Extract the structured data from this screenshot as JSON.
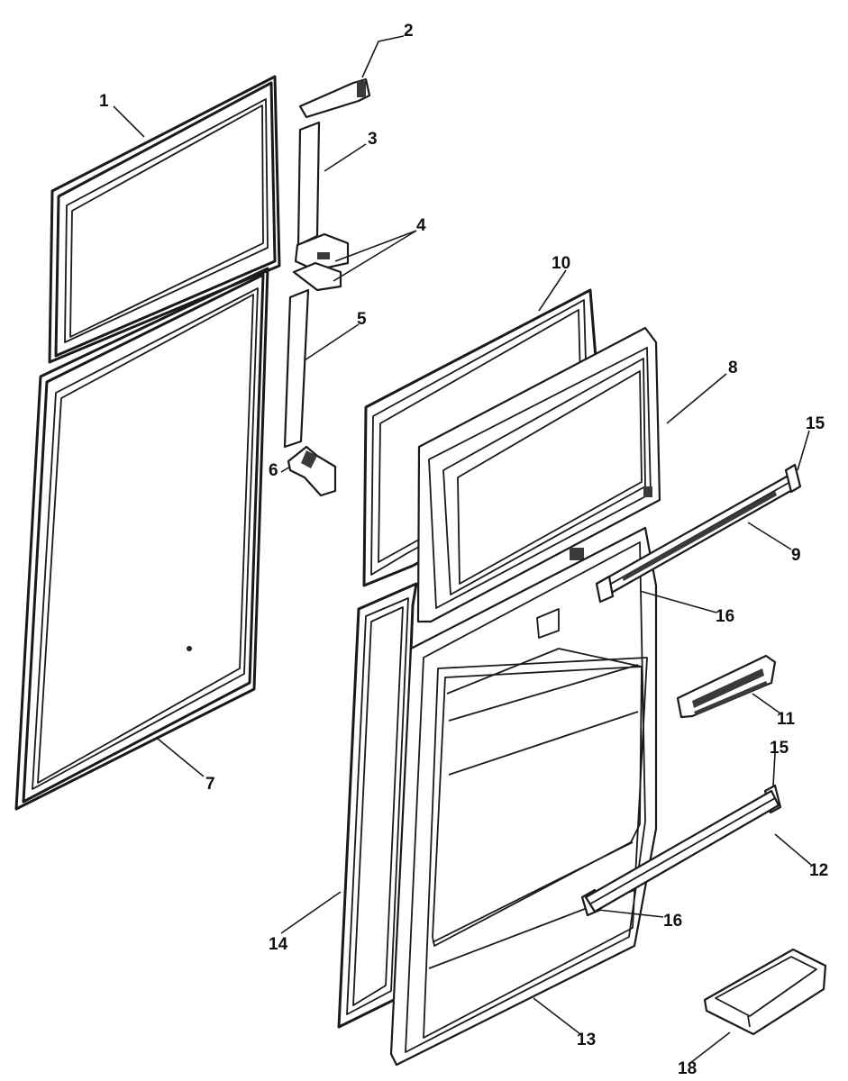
{
  "diagram": {
    "callouts": {
      "c1": "1",
      "c2": "2",
      "c3": "3",
      "c4": "4",
      "c5": "5",
      "c6": "6",
      "c7": "7",
      "c8": "8",
      "c9": "9",
      "c10": "10",
      "c11": "11",
      "c12": "12",
      "c13": "13",
      "c14": "14",
      "c15a": "15",
      "c15b": "15",
      "c16a": "16",
      "c16b": "16",
      "c18": "18"
    }
  }
}
